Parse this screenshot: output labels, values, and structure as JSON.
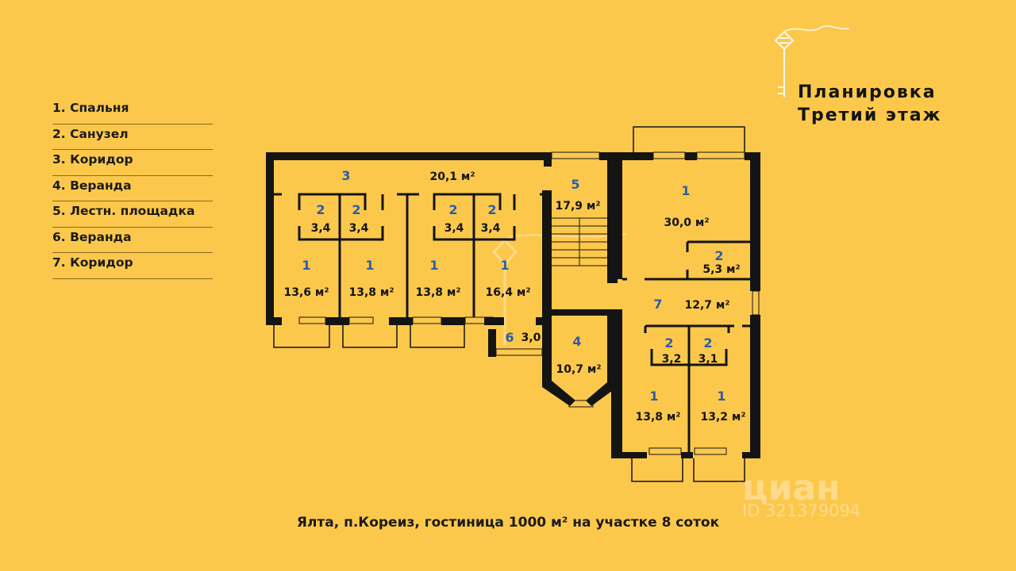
{
  "title": {
    "line1": "Планировка",
    "line2": "Третий этаж"
  },
  "legend": [
    "1. Спальня",
    "2. Санузел",
    "3. Коридор",
    "4. Веранда",
    "5. Лестн. площадка",
    "6. Веранда",
    "7. Коридор"
  ],
  "rooms": {
    "corridor3": {
      "num": "3",
      "area": "20,1 м²"
    },
    "stairs5": {
      "num": "5",
      "area": "17,9 м²"
    },
    "bath_a": {
      "num": "2",
      "area": "3,4"
    },
    "bath_b": {
      "num": "2",
      "area": "3,4"
    },
    "bath_c": {
      "num": "2",
      "area": "3,4"
    },
    "bath_d": {
      "num": "2",
      "area": "3,4"
    },
    "bed_a": {
      "num": "1",
      "area": "13,6 м²"
    },
    "bed_b": {
      "num": "1",
      "area": "13,8 м²"
    },
    "bed_c": {
      "num": "1",
      "area": "13,8 м²"
    },
    "bed_d": {
      "num": "1",
      "area": "16,4 м²"
    },
    "veranda6": {
      "num": "6",
      "area": "3,0"
    },
    "veranda4": {
      "num": "4",
      "area": "10,7 м²"
    },
    "bed_e": {
      "num": "1",
      "area": "30,0 м²"
    },
    "bath_e": {
      "num": "2",
      "area": "5,3 м²"
    },
    "corridor7": {
      "num": "7",
      "area": "12,7 м²"
    },
    "bath_f": {
      "num": "2",
      "area": "3,2"
    },
    "bath_g": {
      "num": "2",
      "area": "3,1"
    },
    "bed_f": {
      "num": "1",
      "area": "13,8 м²"
    },
    "bed_g": {
      "num": "1",
      "area": "13,2 м²"
    }
  },
  "caption": "Ялта, п.Кореиз, гостиница 1000 м² на участке 8 соток",
  "watermark": {
    "brand": "циан",
    "id": "ID 321379094"
  },
  "colors": {
    "background": "#fcc84c",
    "wall": "#141414",
    "room_number": "#2b5ea7"
  }
}
